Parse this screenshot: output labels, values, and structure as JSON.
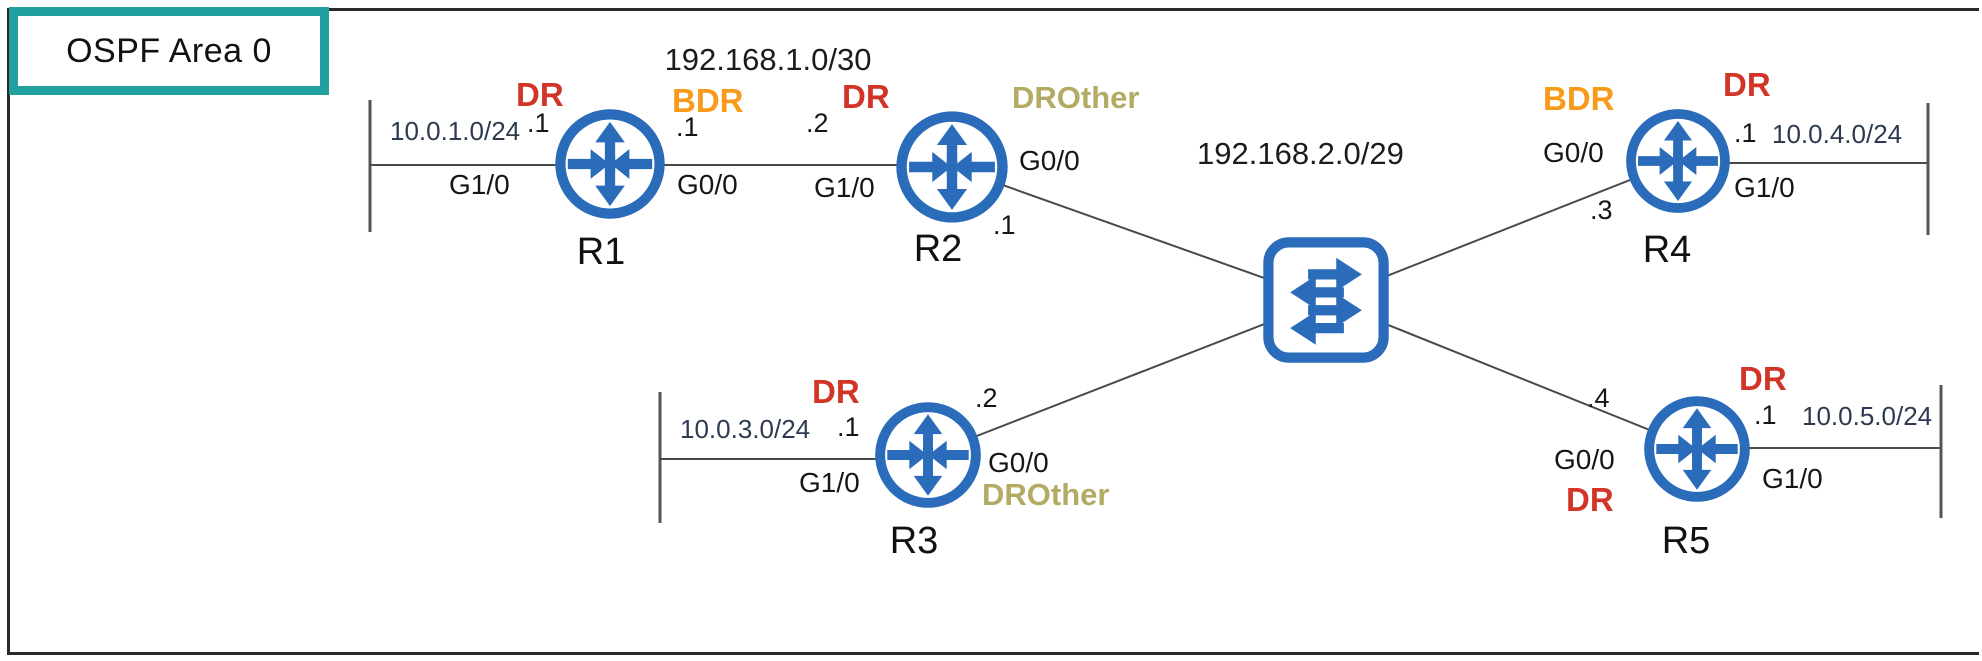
{
  "colors": {
    "router_blue": "#2a6cba",
    "area_teal": "#21a0a0",
    "dr_red": "#d23528",
    "bdr_orange": "#f89b1b",
    "drother_olive": "#b3ab63",
    "wire_gray": "#4a4a4a",
    "lan_text_navy": "#2e3a50",
    "text_black": "#161616"
  },
  "area": {
    "label": "OSPF Area 0"
  },
  "segments": {
    "r1_r2_network": "192.168.1.0/30",
    "switch_network": "192.168.2.0/29"
  },
  "switch": {
    "type": "ethernet-switch"
  },
  "routers": {
    "r1": {
      "name": "R1",
      "lan_network": "10.0.1.0/24",
      "lan_ip": ".1",
      "lan_if": "G1/0",
      "lan_role": "DR",
      "wan_ip": ".1",
      "wan_if": "G0/0",
      "wan_role": "BDR"
    },
    "r2": {
      "name": "R2",
      "left_ip": ".2",
      "left_if": "G1/0",
      "left_role": "DR",
      "right_ip": ".1",
      "right_if": "G0/0",
      "right_role": "DROther"
    },
    "r3": {
      "name": "R3",
      "lan_network": "10.0.3.0/24",
      "lan_ip": ".1",
      "lan_if": "G1/0",
      "lan_role": "DR",
      "wan_ip": ".2",
      "wan_if": "G0/0",
      "wan_role": "DROther"
    },
    "r4": {
      "name": "R4",
      "lan_network": "10.0.4.0/24",
      "lan_ip": ".1",
      "lan_if": "G1/0",
      "lan_role": "DR",
      "wan_ip": ".3",
      "wan_if": "G0/0",
      "wan_role": "BDR"
    },
    "r5": {
      "name": "R5",
      "lan_network": "10.0.5.0/24",
      "lan_ip": ".1",
      "lan_if": "G1/0",
      "lan_role": "DR",
      "wan_ip": ".4",
      "wan_if": "G0/0",
      "wan_role": "DR"
    }
  }
}
